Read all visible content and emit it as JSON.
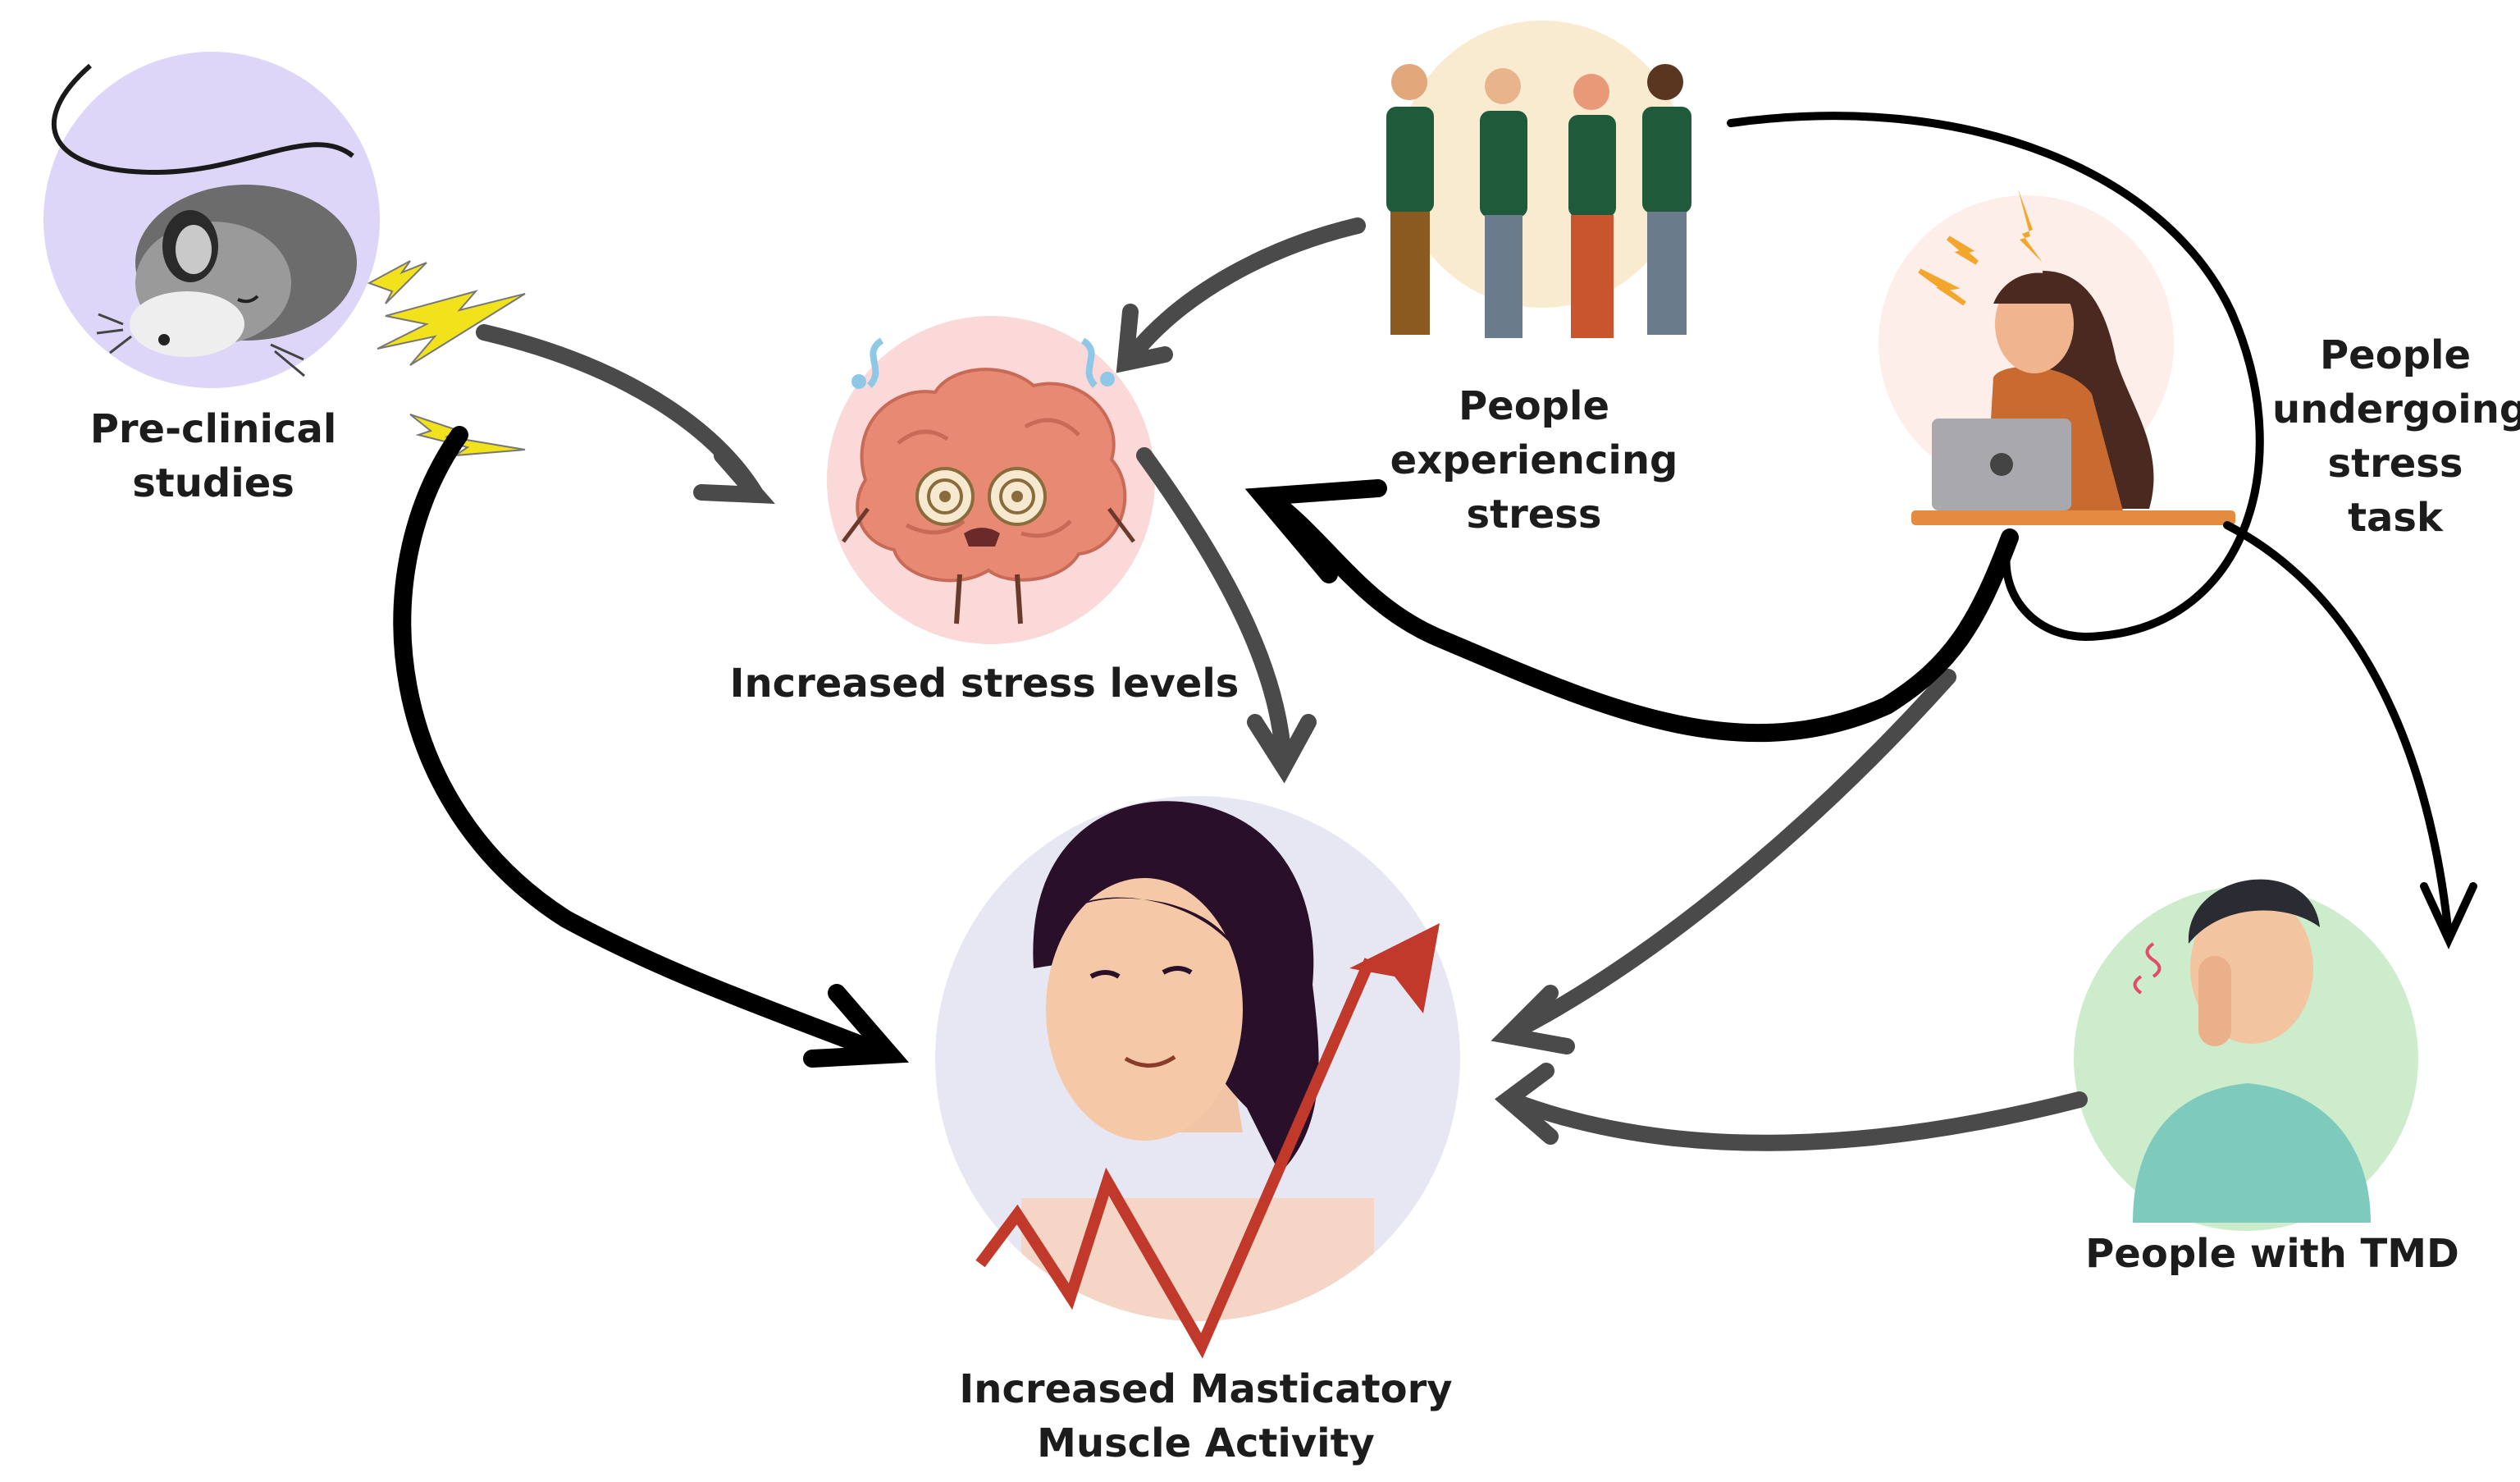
{
  "nodes": {
    "preclinical": {
      "label": "Pre-clinical studies"
    },
    "stress_levels": {
      "label": "Increased stress levels"
    },
    "people_experiencing": {
      "label_lines": [
        "People experiencing",
        "stress"
      ]
    },
    "people_undergoing": {
      "label_lines": [
        "People",
        "undergoing",
        "stress",
        "task"
      ]
    },
    "tmd": {
      "label": "People with TMD"
    },
    "masticatory": {
      "label_lines": [
        "Increased Masticatory",
        "Muscle Activity"
      ]
    }
  },
  "colors": {
    "mouse_circle": "#ddd6f8",
    "brain_circle": "#fbd9d9",
    "people_circle": "#f9ebcf",
    "desk_circle": "#fdeeea",
    "tmd_circle": "#cdeccb",
    "woman_circle": "#e7e7f3",
    "gray_arrow": "#4a4a4a",
    "black_arrow": "#000000",
    "trend_line": "#c0392b",
    "lightning": "#f2e21c"
  }
}
